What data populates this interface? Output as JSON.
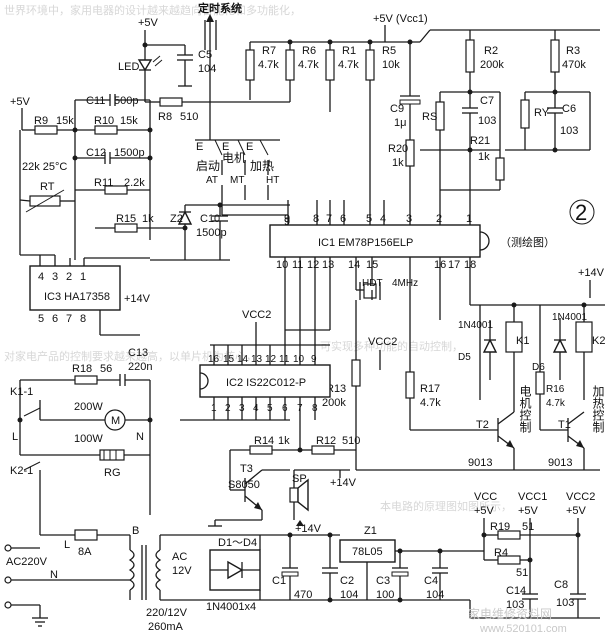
{
  "figure_number": "2",
  "figure_caption": "（测绘图）",
  "system_label": "定时系统",
  "watermark_cn": "家电维修资料网",
  "watermark_url": "www.520101.com",
  "chips": {
    "ic1": {
      "label": "IC1  EM78P156ELP",
      "pins_top": [
        "9",
        "8",
        "7",
        "6",
        "5",
        "4",
        "3",
        "2",
        "1"
      ],
      "pins_bottom": [
        "10",
        "11",
        "12",
        "13",
        "14",
        "15",
        "16",
        "17",
        "18"
      ]
    },
    "ic2": {
      "label": "IC2  IS22C012-P",
      "pins_top": [
        "16",
        "15",
        "14",
        "13",
        "12",
        "11",
        "10",
        "9"
      ],
      "pins_bottom": [
        "1",
        "2",
        "3",
        "4",
        "5",
        "6",
        "7",
        "8"
      ]
    },
    "ic3": {
      "label": "IC3  HA17358",
      "pins_top": [
        "4",
        "3",
        "2",
        "1"
      ],
      "pins_bottom": [
        "5",
        "6",
        "7",
        "8"
      ]
    },
    "z1": {
      "label": "Z1",
      "part": "78L05"
    }
  },
  "resistors": {
    "r1": "R1",
    "r1v": "4.7k",
    "r2": "R2",
    "r2v": "200k",
    "r3": "R3",
    "r3v": "470k",
    "r4": "R4",
    "r4v": "51",
    "r5": "R5",
    "r5v": "10k",
    "r6": "R6",
    "r6v": "4.7k",
    "r7": "R7",
    "r7v": "4.7k",
    "r8": "R8",
    "r8v": "510",
    "r9": "R9",
    "r9v": "15k",
    "r10": "R10",
    "r10v": "15k",
    "r11": "R11",
    "r11v": "2.2k",
    "r12": "R12",
    "r12v": "510",
    "r13": "R13",
    "r13v": "200k",
    "r14": "R14",
    "r14v": "1k",
    "r15": "R15",
    "r15v": "1k",
    "r16": "R16",
    "r16v": "4.7k",
    "r17": "R17",
    "r17v": "4.7k",
    "r18": "R18",
    "r18v": "56",
    "r19": "R19",
    "r19v": "51",
    "r20": "R20",
    "r20v": "1k",
    "r21": "R21",
    "r21v": "1k",
    "rs": "RS",
    "ry": "RY",
    "rt": "RT",
    "rt_note": "22k 25°C"
  },
  "capacitors": {
    "c1": "C1",
    "c1v": "470",
    "c2": "C2",
    "c2v": "104",
    "c3": "C3",
    "c3v": "100",
    "c4": "C4",
    "c4v": "104",
    "c5": "C5",
    "c5v": "104",
    "c6": "C6",
    "c6v": "103",
    "c7": "C7",
    "c7v": "103",
    "c8": "C8",
    "c8v": "103",
    "c9": "C9",
    "c9v": "1μ",
    "c10": "C10",
    "c10v": "1500p",
    "c11": "C11",
    "c11v": "500p",
    "c12": "C12",
    "c12v": "1500p",
    "c13": "C13",
    "c13v": "220n",
    "c14": "C14",
    "c14v": "103"
  },
  "semis": {
    "z2": "Z2",
    "d1d4": "D1～D4",
    "d1d4_part": "1N4001x4",
    "d5": "D5",
    "d5_part": "1N4001",
    "d6": "D6",
    "d6_part": "1N4001",
    "t1": "T1",
    "t1_part": "9013",
    "t2": "T2",
    "t2_part": "9013",
    "t3": "T3",
    "t3_part": "S8050",
    "led": "LED"
  },
  "misc": {
    "hdt": "HDT",
    "xtal": "4MHz",
    "k1": "K1",
    "k2": "K2",
    "k1_1": "K1-1",
    "k2_1": "K2-1",
    "motor": "M",
    "rg": "RG",
    "w200": "200W",
    "w100": "100W",
    "sp": "SP",
    "fuse": "8A",
    "ac_in": "AC220V",
    "ac_out": "AC",
    "ac_out_v": "12V",
    "transformer": "B",
    "transformer_rating": "220/12V",
    "transformer_ma": "260mA",
    "L": "L",
    "N": "N",
    "relay_k1_text": "电机控制",
    "relay_k2_text": "加热控制"
  },
  "rails": {
    "p5v": "+5V",
    "p5vcc1": "+5V  (Vcc1)",
    "p14v": "+14V",
    "vcc": "VCC",
    "vcc1": "VCC1",
    "vcc2": "VCC2"
  },
  "switches": {
    "e1": "E",
    "e2": "E",
    "e3": "E",
    "start": "启动",
    "motor": "电机",
    "heat": "加热",
    "at": "AT",
    "mt": "MT",
    "ht": "HT"
  },
  "background_text": [
    "世界环境中，家用电器的设计越来越趋向智能化和多功能化，",
    "对家电产品的控制要求越来越高，以单片机为核心，",
    "可实现多种功能的自动控制，",
    "本电路的原理图如图所示，"
  ]
}
